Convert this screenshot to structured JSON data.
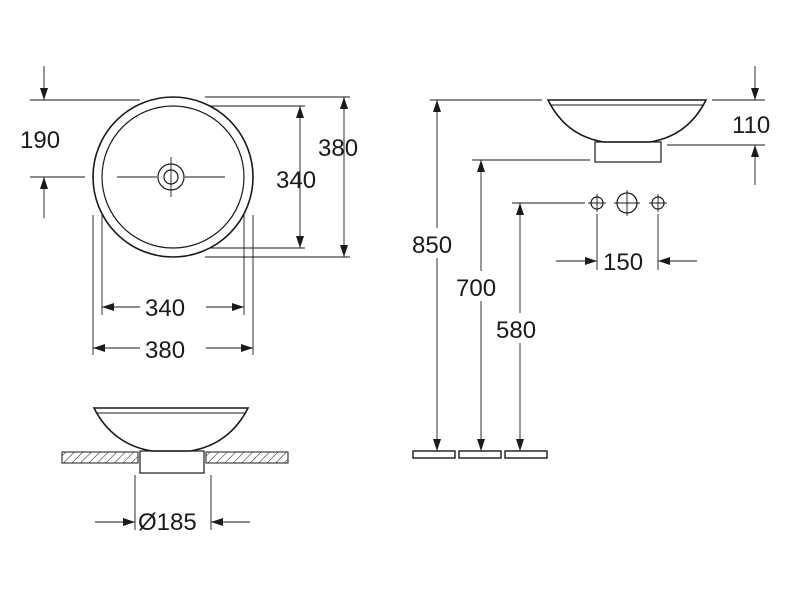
{
  "dimensions": {
    "top_offset": "190",
    "top_inner_height": "340",
    "top_outer_height": "380",
    "top_inner_width": "340",
    "top_outer_width": "380",
    "base_diameter": "Ø185",
    "side_height": "110",
    "tap_spacing": "150",
    "floor_to_top": "850",
    "floor_to_bowl_base": "700",
    "floor_to_tap": "580"
  }
}
